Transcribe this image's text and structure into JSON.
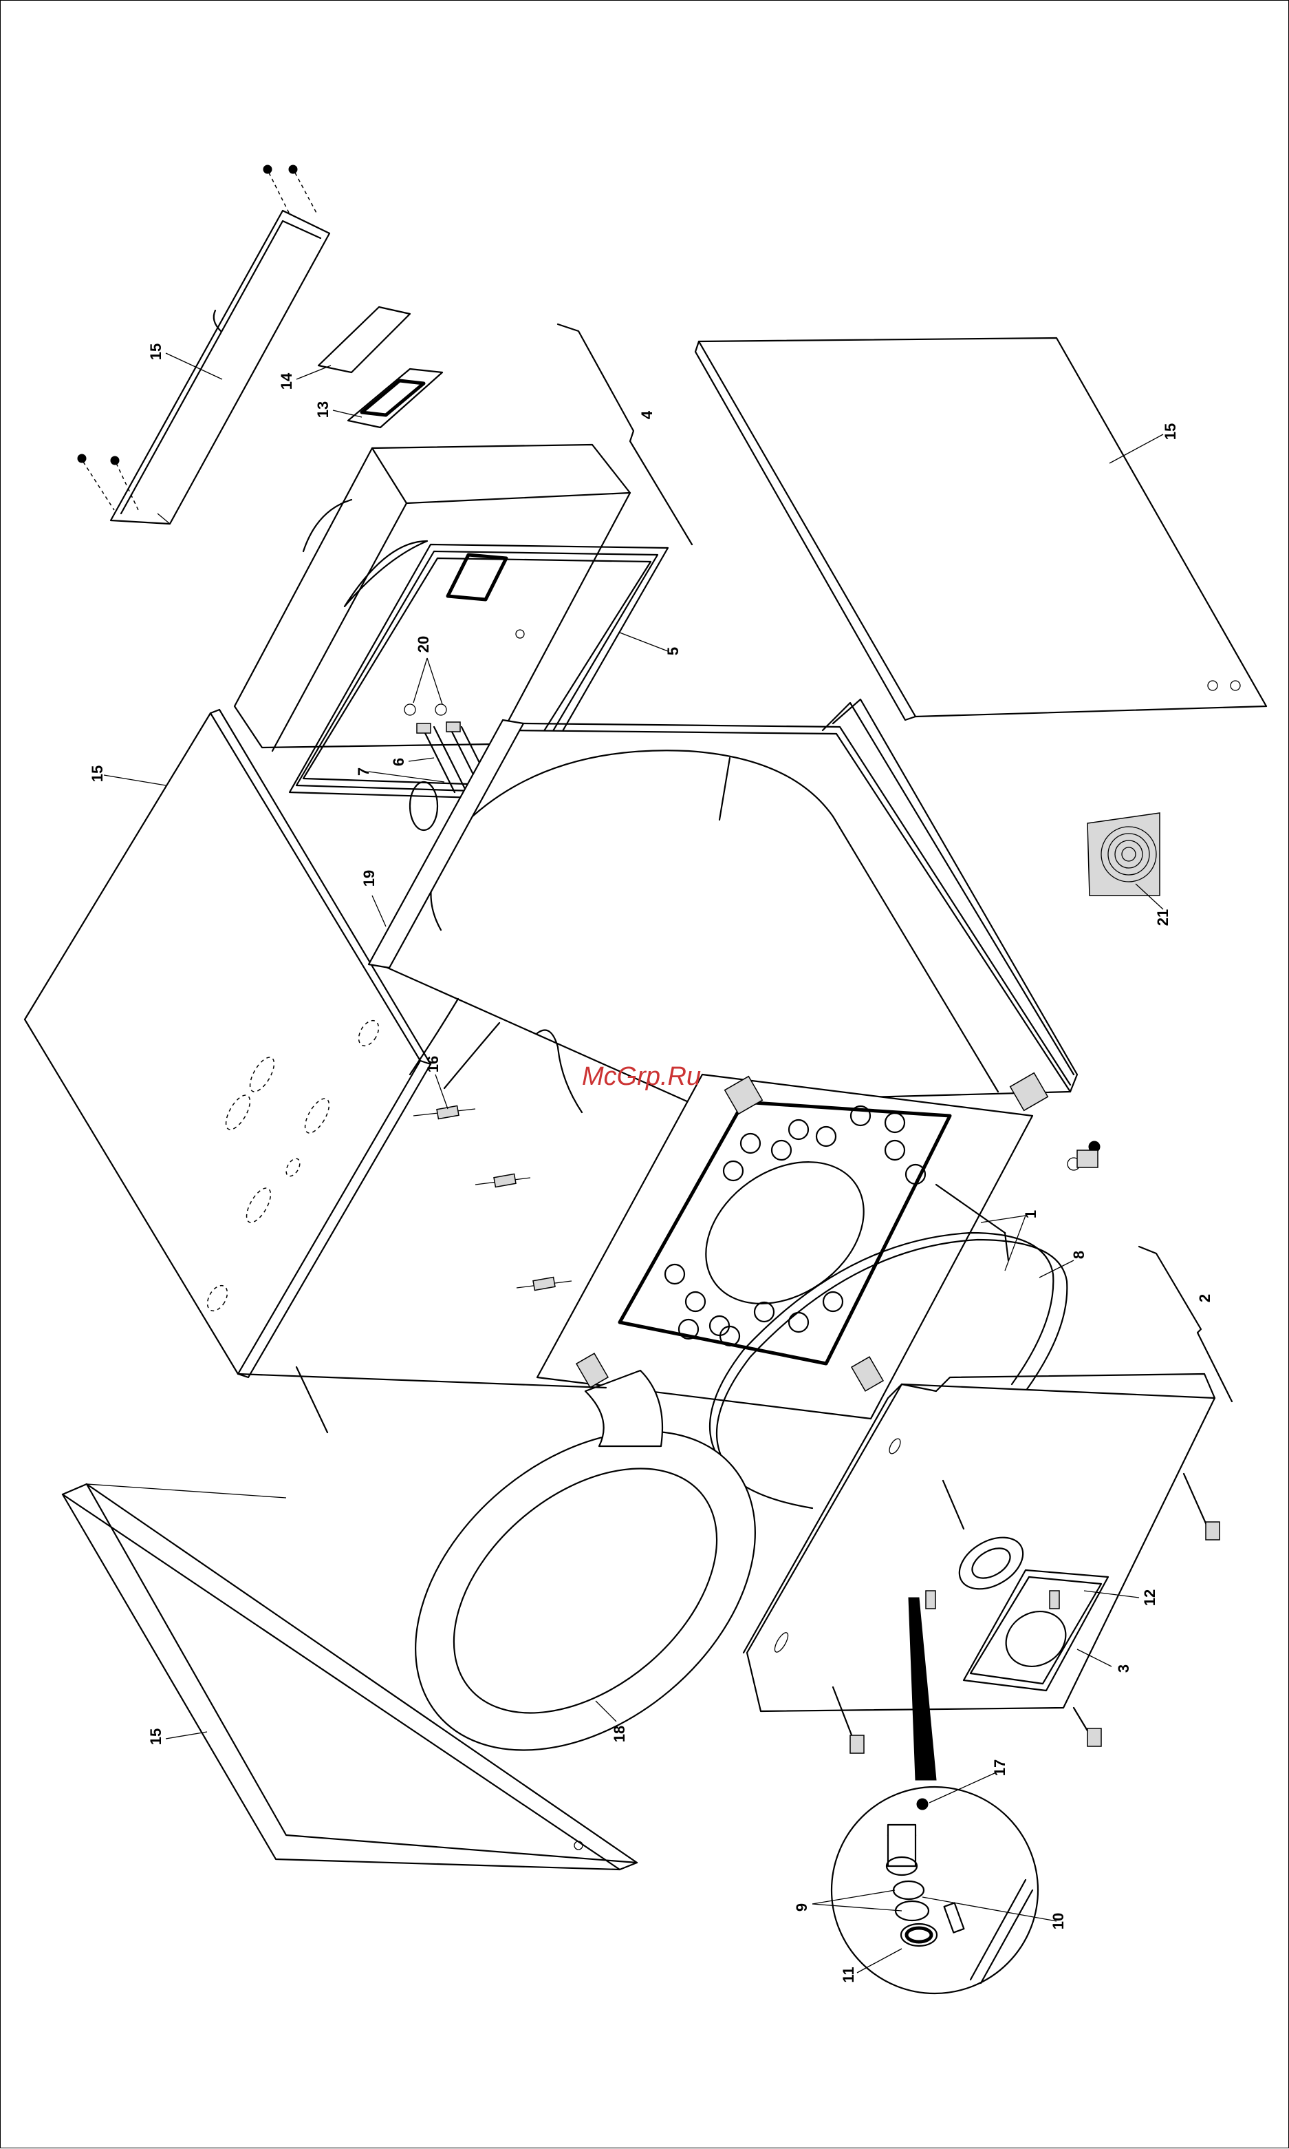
{
  "watermark": "McGrp.Ru",
  "callouts": {
    "top_cover": "15",
    "top_plate": "14",
    "top_gasket": "13",
    "bracket_4": "4",
    "right_panel": "15",
    "left_panel": "15",
    "frame_5": "5",
    "pins_20": "20",
    "pipe_6": "6",
    "pipe_7": "7",
    "rod_19": "19",
    "spring_16": "16",
    "element_21": "21",
    "hinge_1": "1",
    "ring_8": "8",
    "bracket_2": "2",
    "plate_12": "12",
    "plate_3": "3",
    "gasket_18": "18",
    "bottom_panel": "15",
    "part_17": "17",
    "part_9": "9",
    "part_10": "10",
    "part_11": "11"
  }
}
